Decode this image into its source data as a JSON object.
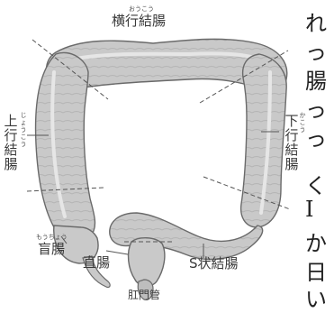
{
  "diagram": {
    "labels": {
      "transverse": "横行結腸",
      "transverse_ruby": "おうこう",
      "ascending": "上行結腸",
      "ascending_ruby": "じょうこう",
      "descending": "下行結腸",
      "descending_ruby": "かこう",
      "cecum": "盲腸",
      "cecum_ruby": "もうちょう",
      "rectum": "直腸",
      "sigmoid": "S状結腸",
      "anus": "肛門管"
    },
    "colors": {
      "colon_fill": "#c9c9c9",
      "colon_stroke": "#6a6a6a",
      "highlight": "#e6e6e6",
      "dashed_line": "#555555"
    }
  },
  "side_text": {
    "chars": [
      "れ",
      "っ",
      "腸",
      "っ",
      "っ",
      "く",
      "I",
      "か",
      "日",
      "い"
    ]
  }
}
